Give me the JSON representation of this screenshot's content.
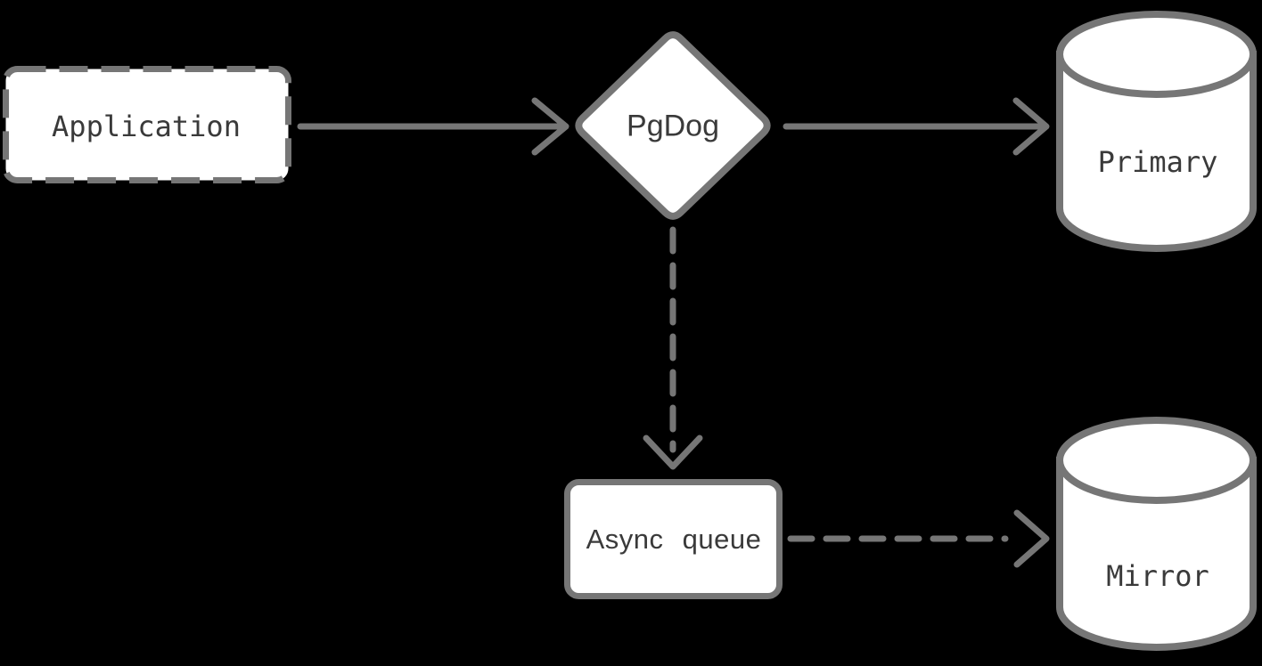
{
  "diagram": {
    "colors": {
      "background": "#000000",
      "stroke": "#767676",
      "fill": "#ffffff",
      "text": "#3a3a3a"
    },
    "nodes": [
      {
        "id": "application",
        "label": "Application",
        "shape": "rectangle",
        "border_style": "dashed"
      },
      {
        "id": "pgdog",
        "label": "PgDog",
        "shape": "diamond",
        "border_style": "solid"
      },
      {
        "id": "primary",
        "label": "Primary",
        "shape": "cylinder",
        "border_style": "solid"
      },
      {
        "id": "async_queue",
        "label": "Async queue",
        "shape": "rectangle",
        "border_style": "solid"
      },
      {
        "id": "mirror",
        "label": "Mirror",
        "shape": "cylinder",
        "border_style": "solid"
      }
    ],
    "edges": [
      {
        "from": "application",
        "to": "pgdog",
        "line_style": "solid",
        "direction": "right"
      },
      {
        "from": "pgdog",
        "to": "primary",
        "line_style": "solid",
        "direction": "right"
      },
      {
        "from": "pgdog",
        "to": "async_queue",
        "line_style": "dashed",
        "direction": "down"
      },
      {
        "from": "async_queue",
        "to": "mirror",
        "line_style": "dashed",
        "direction": "right"
      }
    ]
  }
}
